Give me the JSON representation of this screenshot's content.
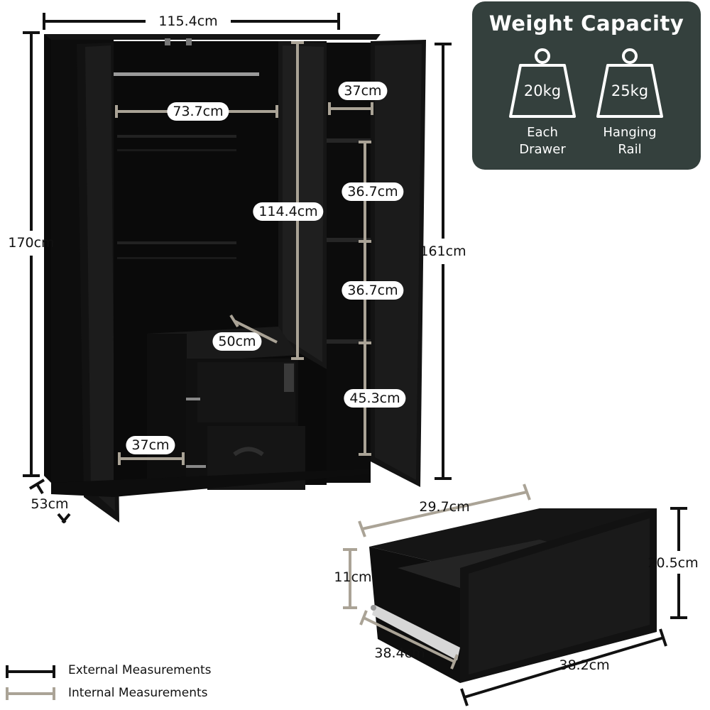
{
  "weight_capacity": {
    "title": "Weight Capacity",
    "items": [
      {
        "value": "20kg",
        "caption_line1": "Each",
        "caption_line2": "Drawer"
      },
      {
        "value": "25kg",
        "caption_line1": "Hanging",
        "caption_line2": "Rail"
      }
    ],
    "panel_color": "#34403d"
  },
  "wardrobe_dims": {
    "width": "115.4cm",
    "height": "170cm",
    "depth": "53cm",
    "door_height": "161cm",
    "rail_width": "73.7cm",
    "hanging_height": "114.4cm",
    "shelf_width": "37cm",
    "shelf_1": "36.7cm",
    "shelf_2": "36.7cm",
    "shelf_3": "45.3cm",
    "drawer_unit_depth": "50cm",
    "bottom_width": "37cm"
  },
  "drawer_dims": {
    "inner_width": "29.7cm",
    "inner_height": "11cm",
    "outer_height": "20.5cm",
    "inner_depth": "38.4cm",
    "outer_width": "38.2cm"
  },
  "legend": {
    "external": "External Measurements",
    "internal": "Internal Measurements",
    "external_color": "#111111",
    "internal_color": "#aaa396"
  }
}
